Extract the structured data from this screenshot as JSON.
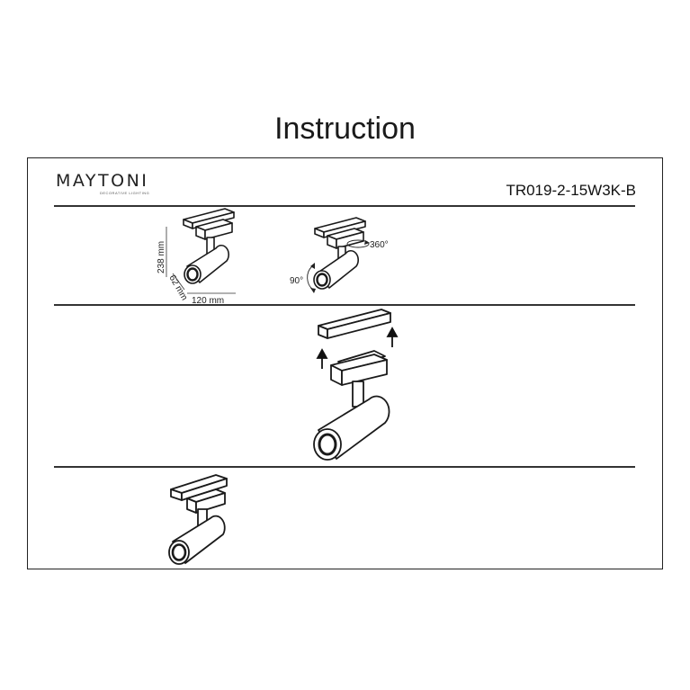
{
  "page": {
    "title": "Instruction"
  },
  "header": {
    "brand": "MAYTONI",
    "tagline": "DECORATIVE LIGHTING",
    "model": "TR019-2-15W3K-B"
  },
  "step1": {
    "height_label": "238 mm",
    "depth_label": "62 mm",
    "width_label": "120 mm",
    "rotation_label": "360°",
    "tilt_label": "90°"
  }
}
